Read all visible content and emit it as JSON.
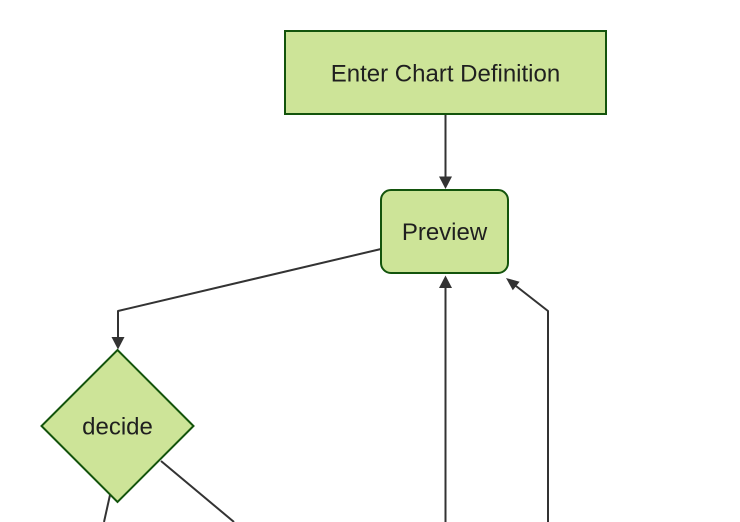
{
  "diagram": {
    "type": "flowchart-top-down",
    "theme": "forest",
    "background_color": "#ffffff",
    "node_fill_color": "#cde498",
    "node_border_color": "#13540c",
    "edge_color": "#333333",
    "text_color": "#1f1f1f",
    "nodes": [
      {
        "id": "enter-chart-definition",
        "shape": "rectangle",
        "label": "Enter Chart Definition"
      },
      {
        "id": "preview",
        "shape": "rounded-rectangle",
        "label": "Preview"
      },
      {
        "id": "decide",
        "shape": "diamond",
        "label": "decide"
      }
    ],
    "edges": [
      {
        "from": "enter-chart-definition",
        "to": "preview",
        "arrow": "down"
      },
      {
        "from": "preview",
        "to": "decide",
        "arrow": "down"
      },
      {
        "from": "offscreen-bottom",
        "to": "preview",
        "arrow": "up"
      },
      {
        "from": "offscreen-bottom-right",
        "to": "preview",
        "arrow": "up-left"
      },
      {
        "from": "decide",
        "to": "offscreen-bottom-left",
        "arrow": "none-visible"
      },
      {
        "from": "decide",
        "to": "offscreen-bottom-right",
        "arrow": "none-visible"
      }
    ]
  }
}
